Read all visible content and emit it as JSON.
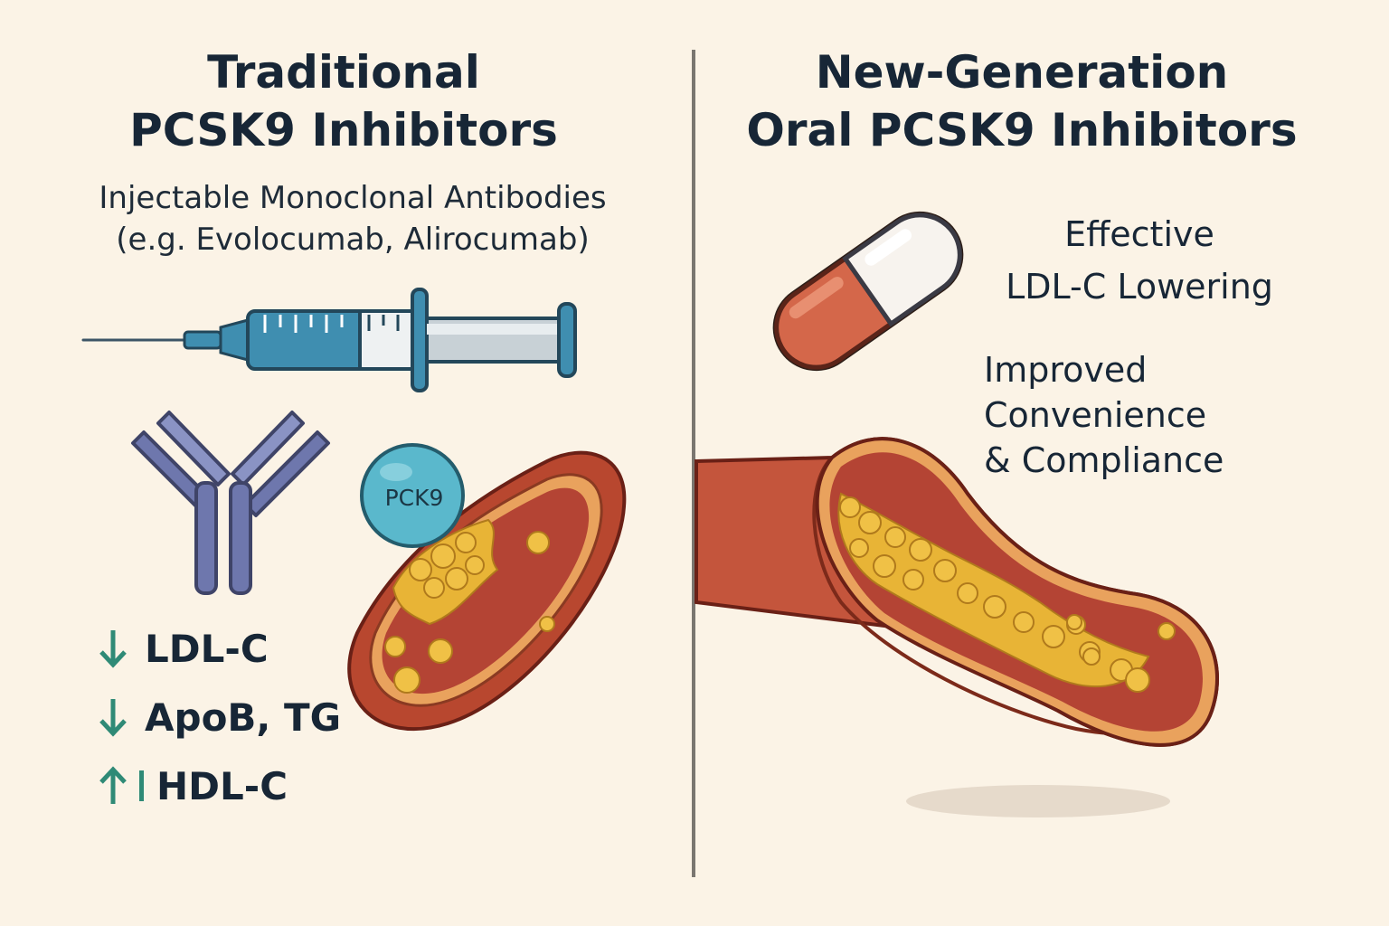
{
  "left": {
    "title": [
      "Traditional",
      "PCSK9 Inhibitors"
    ],
    "subtitle": [
      "Injectable Monoclonal Antibodies",
      "(e.g. Evolocumab, Alirocumab)"
    ],
    "protein_label": "PCK9",
    "effects": [
      {
        "direction": "down",
        "text": "LDL-C"
      },
      {
        "direction": "down",
        "text": "ApoB, TG"
      },
      {
        "direction": "up",
        "text": "HDL-C"
      }
    ]
  },
  "right": {
    "title": [
      "New-Generation",
      "Oral PCSK9 Inhibitors"
    ],
    "benefit_1": [
      "Effective",
      "LDL-C Lowering"
    ],
    "benefit_2": [
      "Improved",
      "Convenience",
      "& Compliance"
    ]
  },
  "colors": {
    "background": "#fbf3e6",
    "arrow": "#2f8a76",
    "vessel": "#c4553c",
    "plaque": "#e8b436",
    "antibody": "#6e77ad",
    "protein": "#5ab8cc",
    "syringe": "#3f8eb0"
  },
  "icons": [
    "syringe-icon",
    "antibody-icon",
    "capsule-icon",
    "artery-icon",
    "arrow-down-icon",
    "arrow-up-icon"
  ]
}
